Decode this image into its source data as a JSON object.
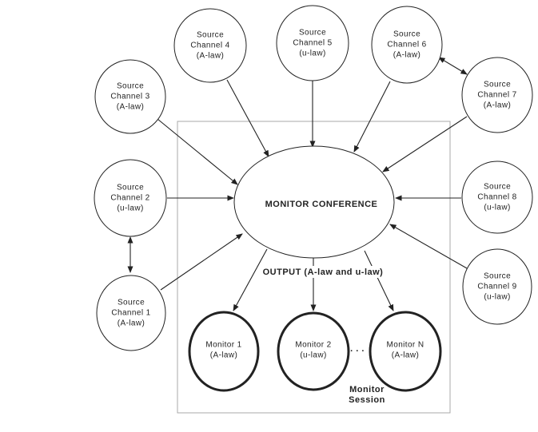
{
  "colors": {
    "line": "#222222",
    "box_border": "#a9a9a9",
    "background": "#ffffff"
  },
  "conference": {
    "label": "MONITOR CONFERENCE"
  },
  "output_label": "OUTPUT (A-law and u-law)",
  "session_label": {
    "line1": "Monitor",
    "line2": "Session"
  },
  "ellipsis": ". . .",
  "source_channels": [
    {
      "id": 1,
      "lines": [
        "Source",
        "Channel 1",
        "(A-law)"
      ]
    },
    {
      "id": 2,
      "lines": [
        "Source",
        "Channel 2",
        "(u-law)"
      ]
    },
    {
      "id": 3,
      "lines": [
        "Source",
        "Channel 3",
        "(A-law)"
      ]
    },
    {
      "id": 4,
      "lines": [
        "Source",
        "Channel 4",
        "(A-law)"
      ]
    },
    {
      "id": 5,
      "lines": [
        "Source",
        "Channel 5",
        "(u-law)"
      ]
    },
    {
      "id": 6,
      "lines": [
        "Source",
        "Channel 6",
        "(A-law)"
      ]
    },
    {
      "id": 7,
      "lines": [
        "Source",
        "Channel 7",
        "(A-law)"
      ]
    },
    {
      "id": 8,
      "lines": [
        "Source",
        "Channel 8",
        "(u-law)"
      ]
    },
    {
      "id": 9,
      "lines": [
        "Source",
        "Channel 9",
        "(u-law)"
      ]
    }
  ],
  "monitors": [
    {
      "lines": [
        "Monitor 1",
        "(A-law)"
      ]
    },
    {
      "lines": [
        "Monitor 2",
        "(u-law)"
      ]
    },
    {
      "lines": [
        "Monitor N",
        "(A-law)"
      ]
    }
  ]
}
